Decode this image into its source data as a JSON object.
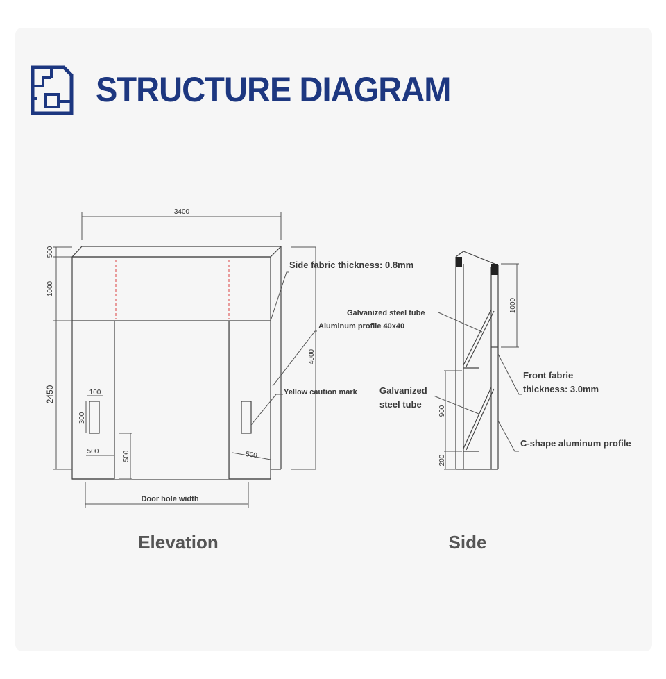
{
  "header": {
    "title": "STRUCTURE DIAGRAM",
    "icon": "floor-plan-icon",
    "color": "#1d3780"
  },
  "elevation": {
    "label": "Elevation",
    "dims": {
      "width": "3400",
      "top_500": "500",
      "h_1000": "1000",
      "h_2450": "2450",
      "h_4000": "4000",
      "mark_w_100": "100",
      "mark_h_300": "300",
      "left_500": "500",
      "left_h_500": "500",
      "right_500": "500"
    },
    "door_hole": "Door hole width"
  },
  "side": {
    "label": "Side",
    "dims": {
      "h_1000": "1000",
      "h_900": "900",
      "h_200": "200"
    }
  },
  "annotations": {
    "side_fabric": "Side fabric thickness: 0.8mm",
    "galv_tube_upper": "Galvanized steel tube",
    "aluminum_profile": "Aluminum profile 40x40",
    "yellow_mark": "Yellow caution mark",
    "galv_tube_lower_1": "Galvanized",
    "galv_tube_lower_2": "steel tube",
    "front_fabric_1": "Front fabrie",
    "front_fabric_2": "thickness: 3.0mm",
    "c_profile": "C-shape aluminum profile"
  }
}
